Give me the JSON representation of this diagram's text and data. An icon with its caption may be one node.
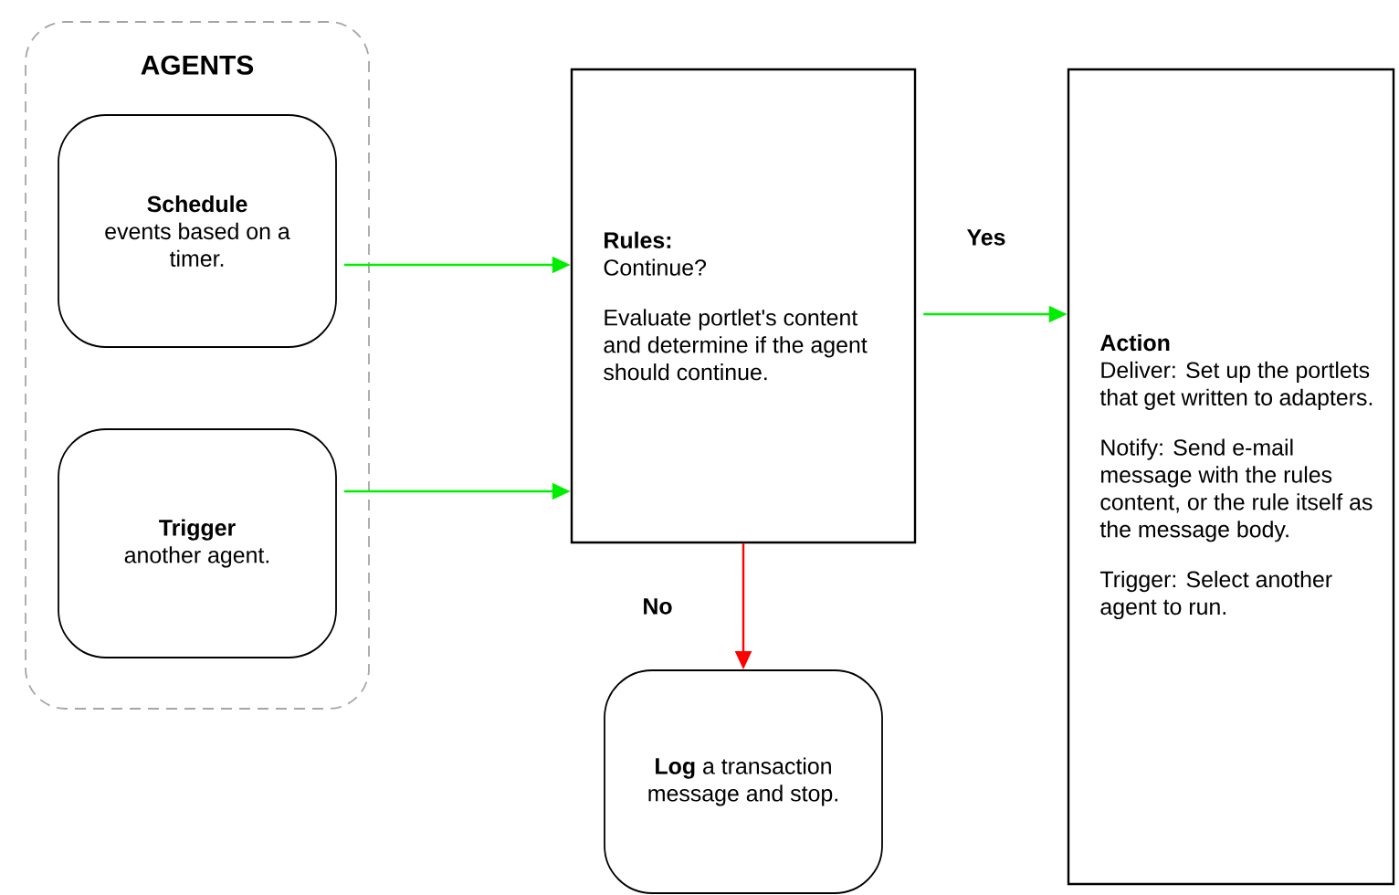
{
  "diagram": {
    "nodes": [
      {
        "text": [
          "AGENTS"
        ]
      },
      {
        "text": [
          "Schedule",
          "events based on a timer."
        ],
        "in": 0
      },
      {
        "text": [
          "Trigger",
          "another agent."
        ],
        "in": 0
      },
      {
        "text": [
          "Rules:",
          "Continue?",
          "Evaluate portlet's content and determine if the agent should continue."
        ]
      },
      {
        "text": [
          "**Log** a transaction message and stop."
        ]
      },
      {
        "text": [
          "Action",
          "Deliver: Set up the portlets that get written to adapters.",
          "Notify: Send e-mail message with the rules content, or the rule itself as the message body.",
          "Trigger: Select another agent to run."
        ]
      }
    ],
    "edges": [
      {
        "from": 1,
        "to": 3,
        "arrow": "to"
      },
      {
        "from": 2,
        "to": 3,
        "arrow": "to"
      },
      {
        "from": 3,
        "to": 5,
        "arrow": "to",
        "label": "Yes"
      },
      {
        "from": 3,
        "to": 4,
        "arrow": "to",
        "label": "No",
        "color": "#ff0000"
      }
    ]
  }
}
